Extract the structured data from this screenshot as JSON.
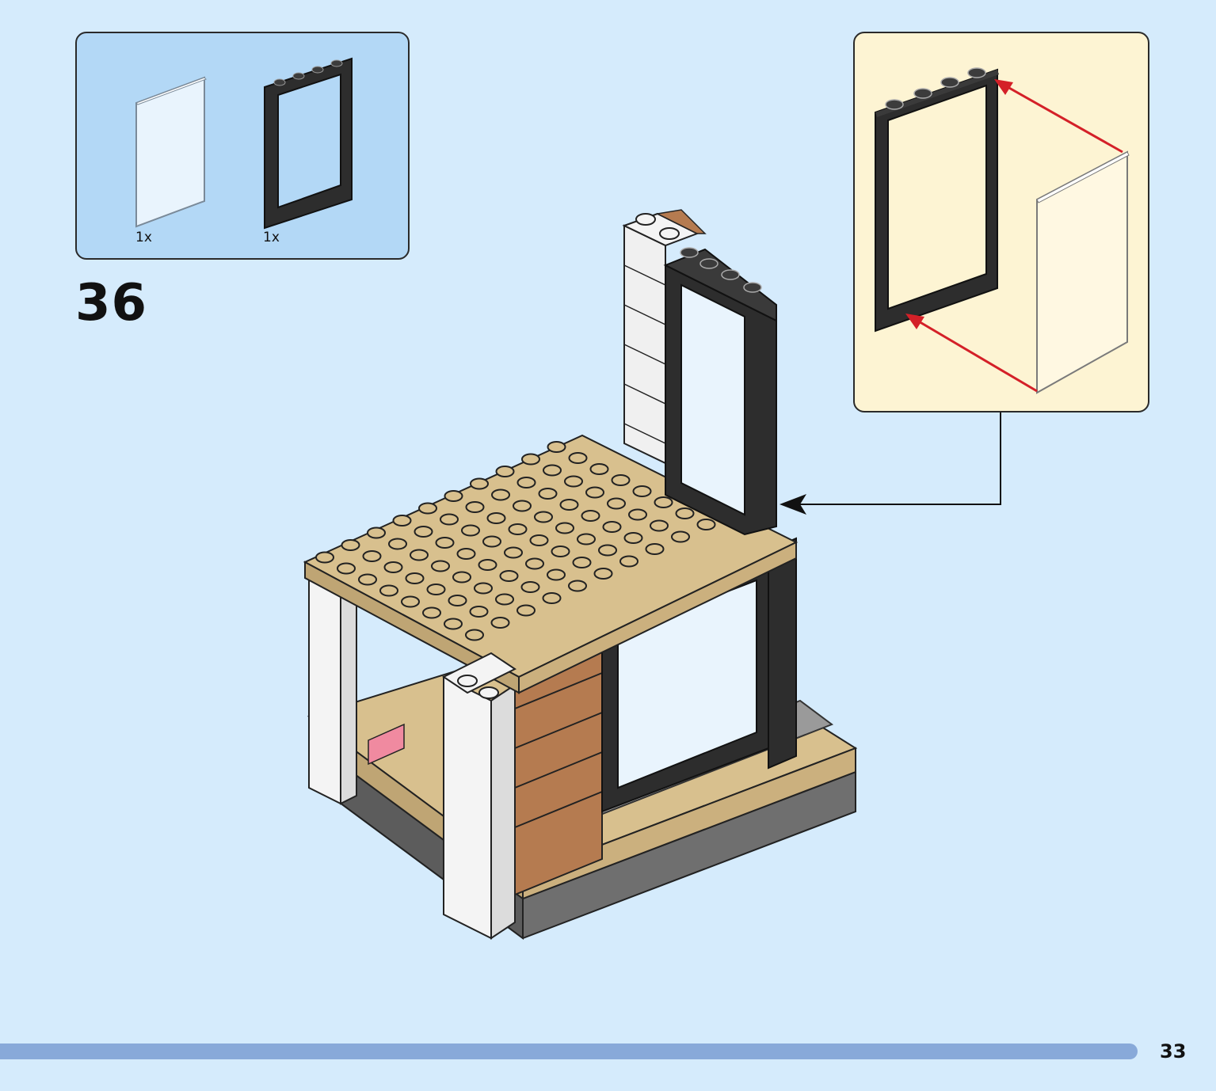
{
  "parts": [
    {
      "icon": "transparent-glass-pane-icon",
      "count": "1x"
    },
    {
      "icon": "black-window-frame-icon",
      "count": "1x"
    }
  ],
  "step": {
    "number": "36"
  },
  "page": {
    "number": "33"
  },
  "colors": {
    "page_bg": "#d5ebfc",
    "parts_bg": "#b3d8f6",
    "callout_bg": "#fdf4d3",
    "tan": "#d8c08e",
    "black": "#2d2d2d",
    "white": "#f4f4f4",
    "grey": "#8e8e8e",
    "brown": "#b57b50",
    "arrow_red": "#d42028",
    "progress": "#88a9d9"
  }
}
